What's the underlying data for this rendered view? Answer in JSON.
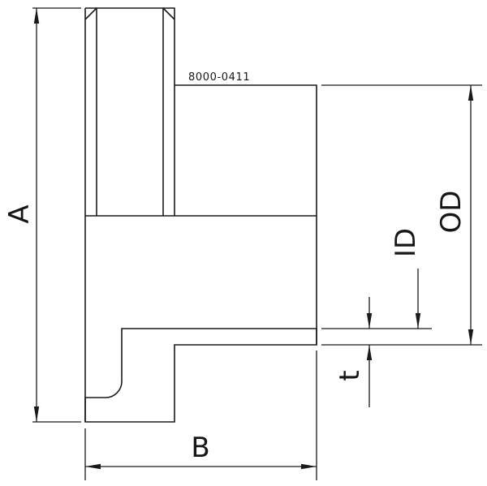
{
  "drawing": {
    "type": "technical-section-drawing",
    "part_number": "8000-0411",
    "labels": {
      "height": "A",
      "length": "B",
      "wall_thickness": "t",
      "inner_diameter": "ID",
      "outer_diameter": "OD"
    },
    "colors": {
      "line": "#1a1a1b",
      "background": "#ffffff"
    }
  }
}
